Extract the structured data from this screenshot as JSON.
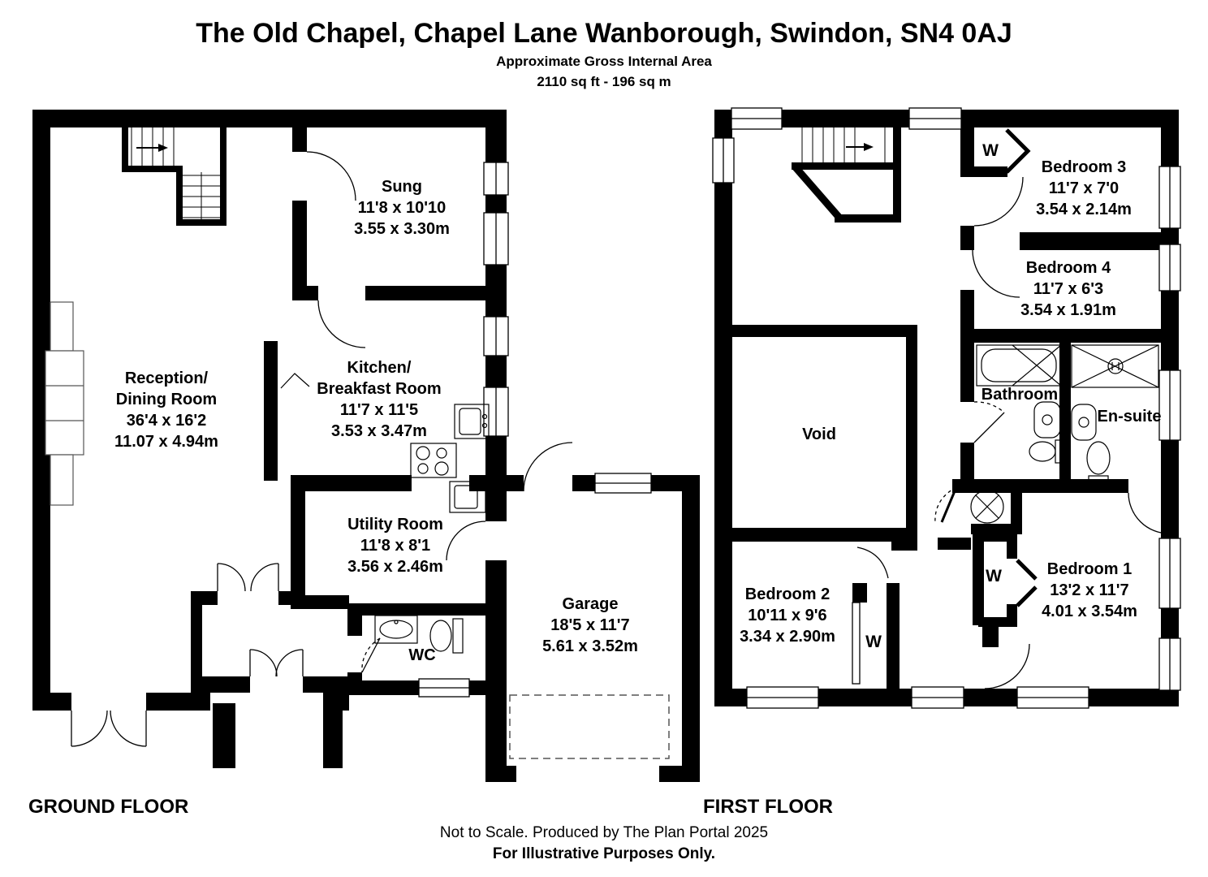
{
  "header": {
    "title": "The Old Chapel, Chapel Lane Wanborough, Swindon, SN4 0AJ",
    "subtitle": "Approximate Gross Internal Area",
    "area": "2110 sq ft - 196 sq m"
  },
  "ground_floor": {
    "label": "GROUND FLOOR",
    "rooms": {
      "sung": {
        "lines": [
          "Sung",
          "11'8 x 10'10",
          "3.55 x 3.30m"
        ]
      },
      "reception": {
        "lines": [
          "Reception/",
          "Dining Room",
          "36'4 x 16'2",
          "11.07 x 4.94m"
        ]
      },
      "kitchen": {
        "lines": [
          "Kitchen/",
          "Breakfast Room",
          "11'7 x 11'5",
          "3.53 x 3.47m"
        ]
      },
      "utility": {
        "lines": [
          "Utility Room",
          "11'8 x 8'1",
          "3.56 x 2.46m"
        ]
      },
      "wc": {
        "lines": [
          "WC"
        ]
      },
      "garage": {
        "lines": [
          "Garage",
          "18'5 x 11'7",
          "5.61 x 3.52m"
        ]
      }
    }
  },
  "first_floor": {
    "label": "FIRST FLOOR",
    "rooms": {
      "bedroom3": {
        "lines": [
          "Bedroom 3",
          "11'7 x 7'0",
          "3.54 x 2.14m"
        ]
      },
      "bedroom4": {
        "lines": [
          "Bedroom 4",
          "11'7 x 6'3",
          "3.54 x 1.91m"
        ]
      },
      "bathroom": {
        "lines": [
          "Bathroom"
        ]
      },
      "ensuite": {
        "lines": [
          "En-suite"
        ]
      },
      "void": {
        "lines": [
          "Void"
        ]
      },
      "bedroom2": {
        "lines": [
          "Bedroom 2",
          "10'11 x 9'6",
          "3.34 x 2.90m"
        ]
      },
      "bedroom1": {
        "lines": [
          "Bedroom 1",
          "13'2 x 11'7",
          "4.01 x 3.54m"
        ]
      }
    },
    "wardrobes": [
      "W",
      "W",
      "W"
    ]
  },
  "footer": {
    "note1": "Not to Scale. Produced by The Plan Portal 2025",
    "note2": "For Illustrative Purposes Only."
  },
  "colors": {
    "wall": "#000000",
    "background": "#ffffff",
    "line": "#1a1a1a"
  }
}
